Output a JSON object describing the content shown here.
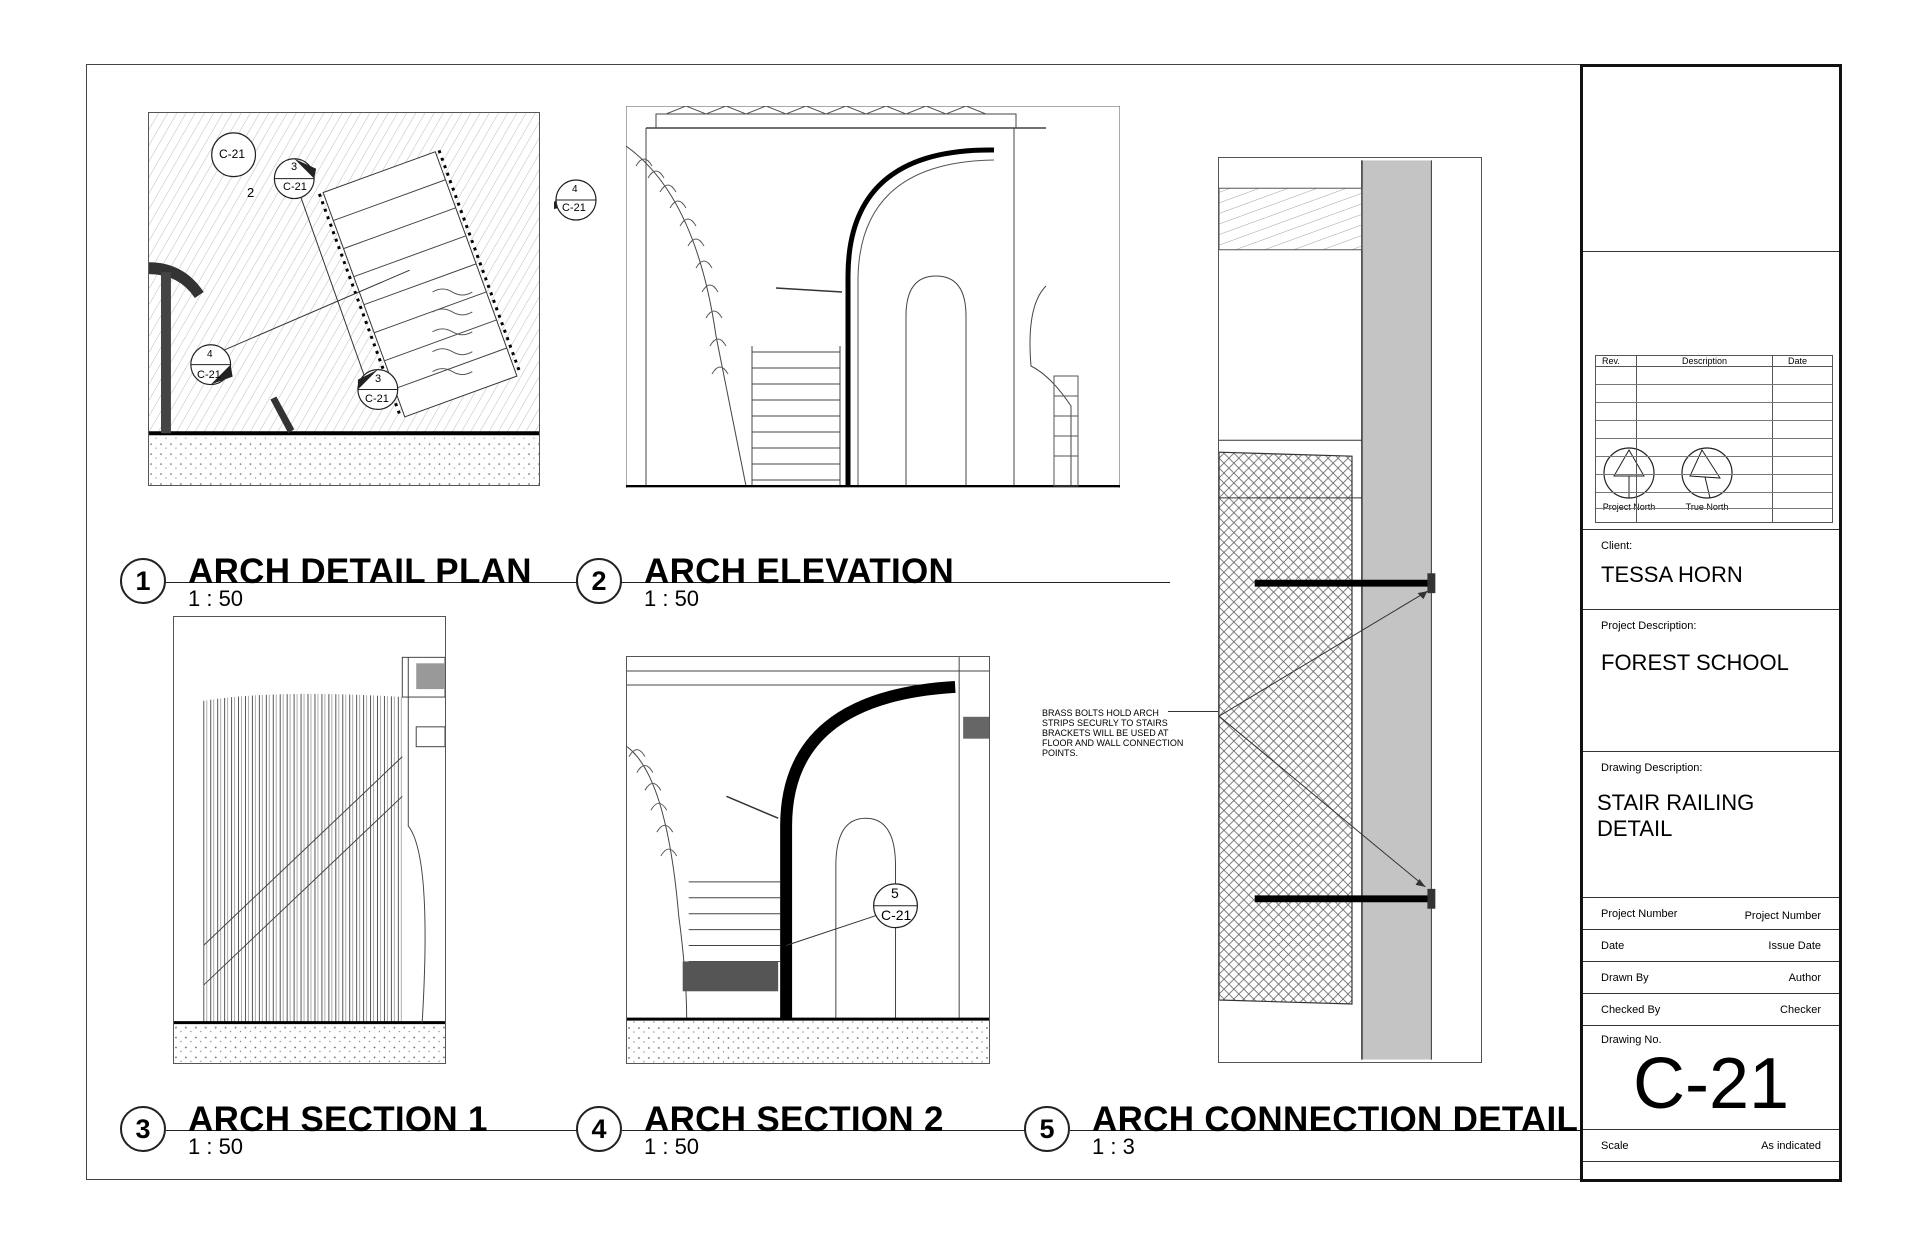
{
  "views": [
    {
      "number": "1",
      "title": "ARCH DETAIL PLAN",
      "scale": "1 : 50"
    },
    {
      "number": "2",
      "title": "ARCH ELEVATION",
      "scale": "1 : 50"
    },
    {
      "number": "3",
      "title": "ARCH SECTION 1",
      "scale": "1 : 50"
    },
    {
      "number": "4",
      "title": "ARCH SECTION 2",
      "scale": "1 : 50"
    },
    {
      "number": "5",
      "title": "ARCH CONNECTION DETAIL",
      "scale": "1 : 3"
    }
  ],
  "tags": {
    "ref_sheet": "C-21",
    "tag2": "2",
    "tag3": "3",
    "tag4": "4",
    "tag5": "5"
  },
  "note": "BRASS BOLTS HOLD ARCH STRIPS SECURLY TO STAIRS BRACKETS WILL BE USED AT FLOOR AND WALL CONNECTION POINTS.",
  "title_block": {
    "project_north": "Project North",
    "true_north": "True North",
    "rev_headers": [
      "Rev.",
      "Description",
      "Date"
    ],
    "client_label": "Client:",
    "client": "TESSA HORN",
    "project_desc_label": "Project Description:",
    "project_desc": "FOREST SCHOOL",
    "drawing_desc_label": "Drawing Description:",
    "drawing_desc_line1": "STAIR RAILING",
    "drawing_desc_line2": "DETAIL",
    "fields": [
      {
        "label": "Project Number",
        "value": "Project Number"
      },
      {
        "label": "Date",
        "value": "Issue Date"
      },
      {
        "label": "Drawn By",
        "value": "Author"
      },
      {
        "label": "Checked By",
        "value": "Checker"
      }
    ],
    "drawing_no_label": "Drawing No.",
    "drawing_no": "C-21",
    "scale_label": "Scale",
    "scale_value": "As indicated"
  }
}
